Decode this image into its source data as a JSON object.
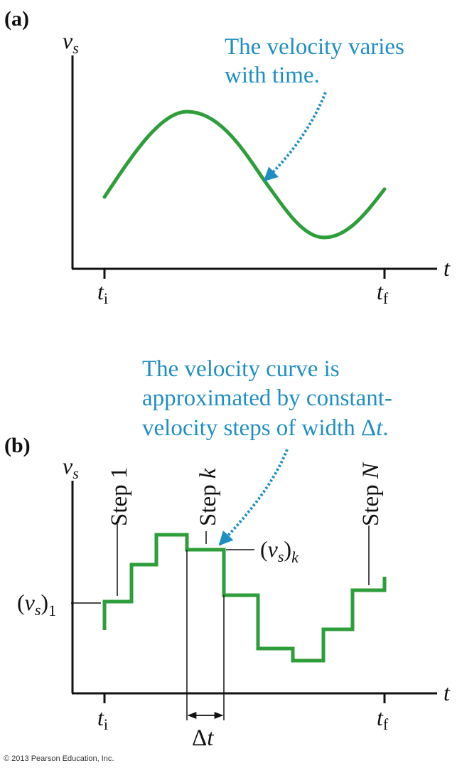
{
  "panel_a": {
    "label": "(a)",
    "y_axis": {
      "main": "v",
      "sub": "s"
    },
    "x_axis": {
      "main": "t"
    },
    "tick_start": {
      "main": "t",
      "sub": "i"
    },
    "tick_end": {
      "main": "t",
      "sub": "f"
    },
    "callout": {
      "line1": "The velocity varies",
      "line2": "with time."
    }
  },
  "panel_b": {
    "label": "(b)",
    "y_axis": {
      "main": "v",
      "sub": "s"
    },
    "x_axis": {
      "main": "t"
    },
    "tick_start": {
      "main": "t",
      "sub": "i"
    },
    "tick_end": {
      "main": "t",
      "sub": "f"
    },
    "callout": {
      "line1": "The velocity curve is",
      "line2": "approximated by constant-",
      "line3_pre": "velocity steps of width ",
      "line3_delta": "Δ",
      "line3_t": "t",
      "line3_post": "."
    },
    "step_1": {
      "word": "Step",
      "index": "1"
    },
    "step_k": {
      "word": "Step",
      "index": "k"
    },
    "step_n": {
      "word": "Step",
      "index": "N"
    },
    "vs_1": {
      "open": "(",
      "main": "v",
      "sub": "s",
      "close": ")",
      "index": "1"
    },
    "vs_k": {
      "open": "(",
      "main": "v",
      "sub": "s",
      "close": ")",
      "index": "k"
    },
    "delta_t": {
      "delta": "Δ",
      "t": "t"
    }
  },
  "colors": {
    "curve": "#2e9e3a",
    "callout": "#1f8ec2",
    "ink": "#111111"
  },
  "copyright": "© 2013 Pearson Education, Inc."
}
